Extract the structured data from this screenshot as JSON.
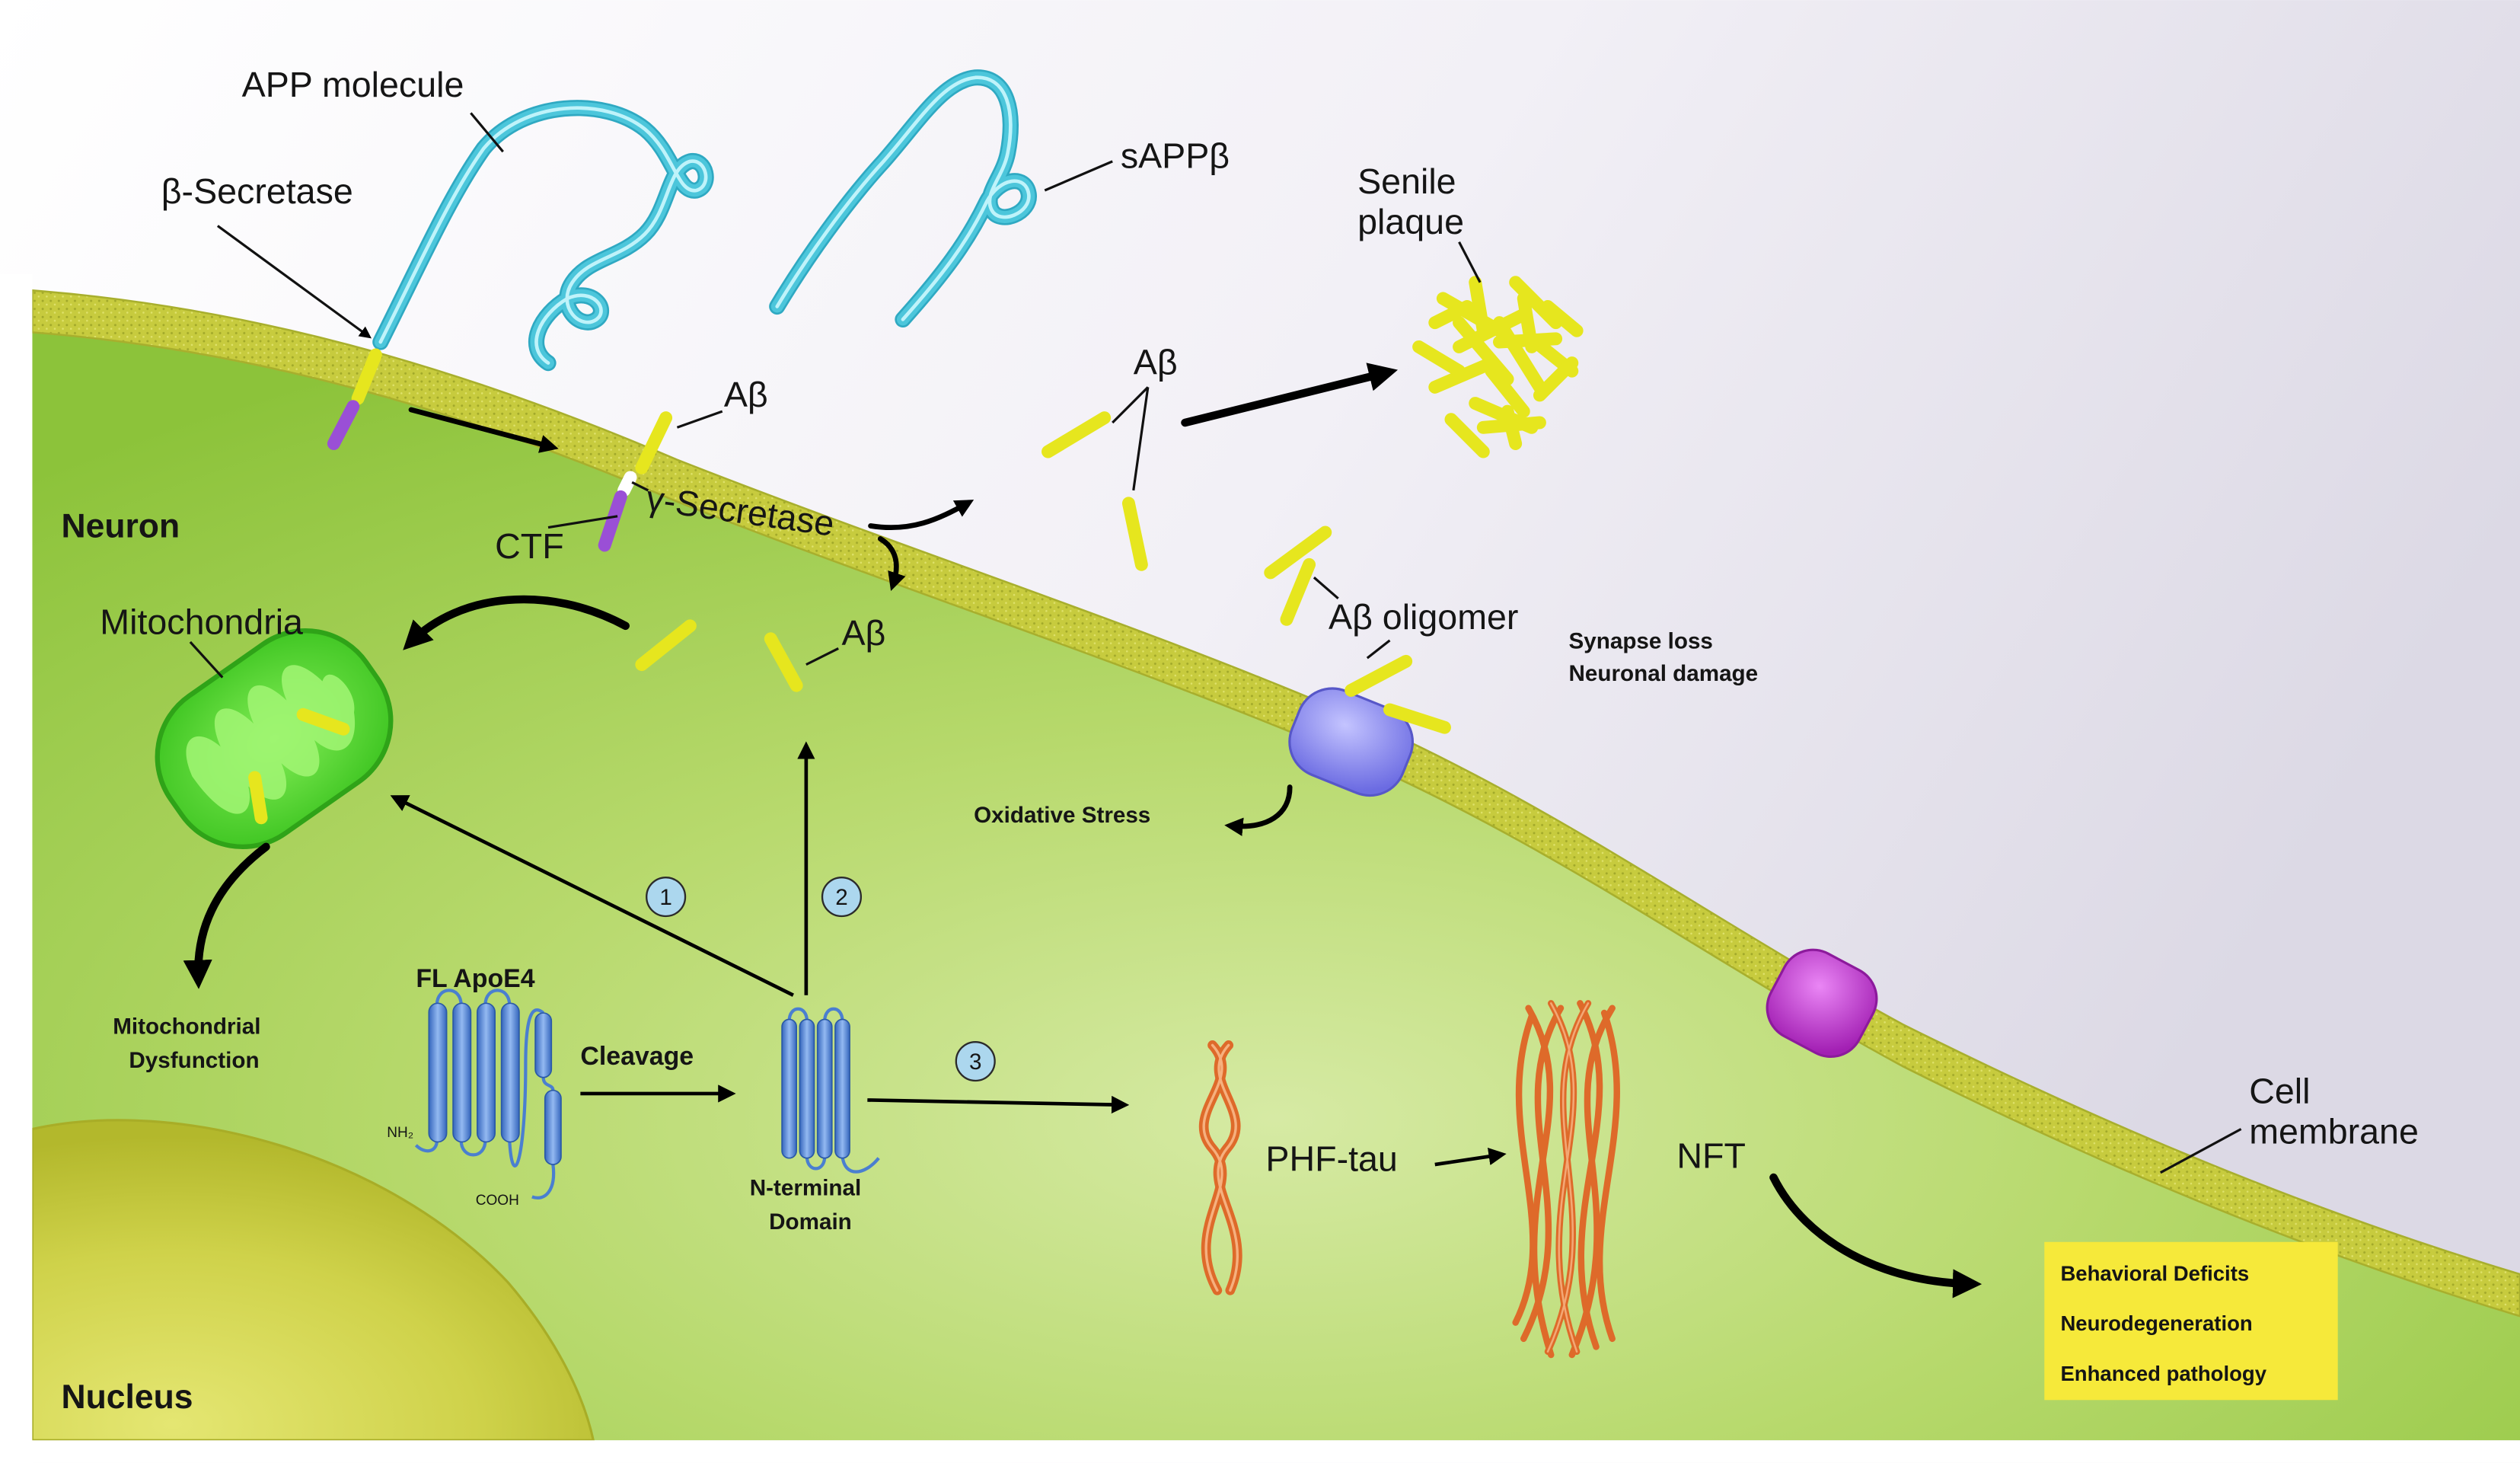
{
  "labels": {
    "app_molecule": "APP molecule",
    "beta_secretase": "β-Secretase",
    "sappb": "sAPPβ",
    "senile_plaque": [
      "Senile",
      "plaque"
    ],
    "abeta_membrane": "Aβ",
    "abeta_extracellular": "Aβ",
    "abeta_intracellular": "Aβ",
    "abeta_oligomer": "Aβ oligomer",
    "gamma_secretase": "γ-Secretase",
    "ctf": "CTF",
    "neuron": "Neuron",
    "mitochondria": "Mitochondria",
    "synapse_effects": [
      "Synapse loss",
      "Neuronal damage"
    ],
    "oxidative_stress": "Oxidative Stress",
    "mito_dysfunction": [
      "Mitochondrial",
      "Dysfunction"
    ],
    "fl_apoe4": "FL ApoE4",
    "cleavage": "Cleavage",
    "nh2": "NH₂",
    "cooh": "COOH",
    "n_terminal_domain": [
      "N-terminal",
      "Domain"
    ],
    "phf_tau": "PHF-tau",
    "nft": "NFT",
    "cell_membrane": [
      "Cell",
      "membrane"
    ],
    "nucleus": "Nucleus"
  },
  "pathways": [
    "1",
    "2",
    "3"
  ],
  "outcomes": [
    "Behavioral Deficits",
    "Neurodegeneration",
    "Enhanced pathology"
  ],
  "colors": {
    "amyloid": "#e6e61e",
    "app": "#4cc6db",
    "tau": "#de6a2a",
    "apoe4": "#4f86d8",
    "outcome": "#f6e93a",
    "ctf": "#9a4fd6"
  }
}
